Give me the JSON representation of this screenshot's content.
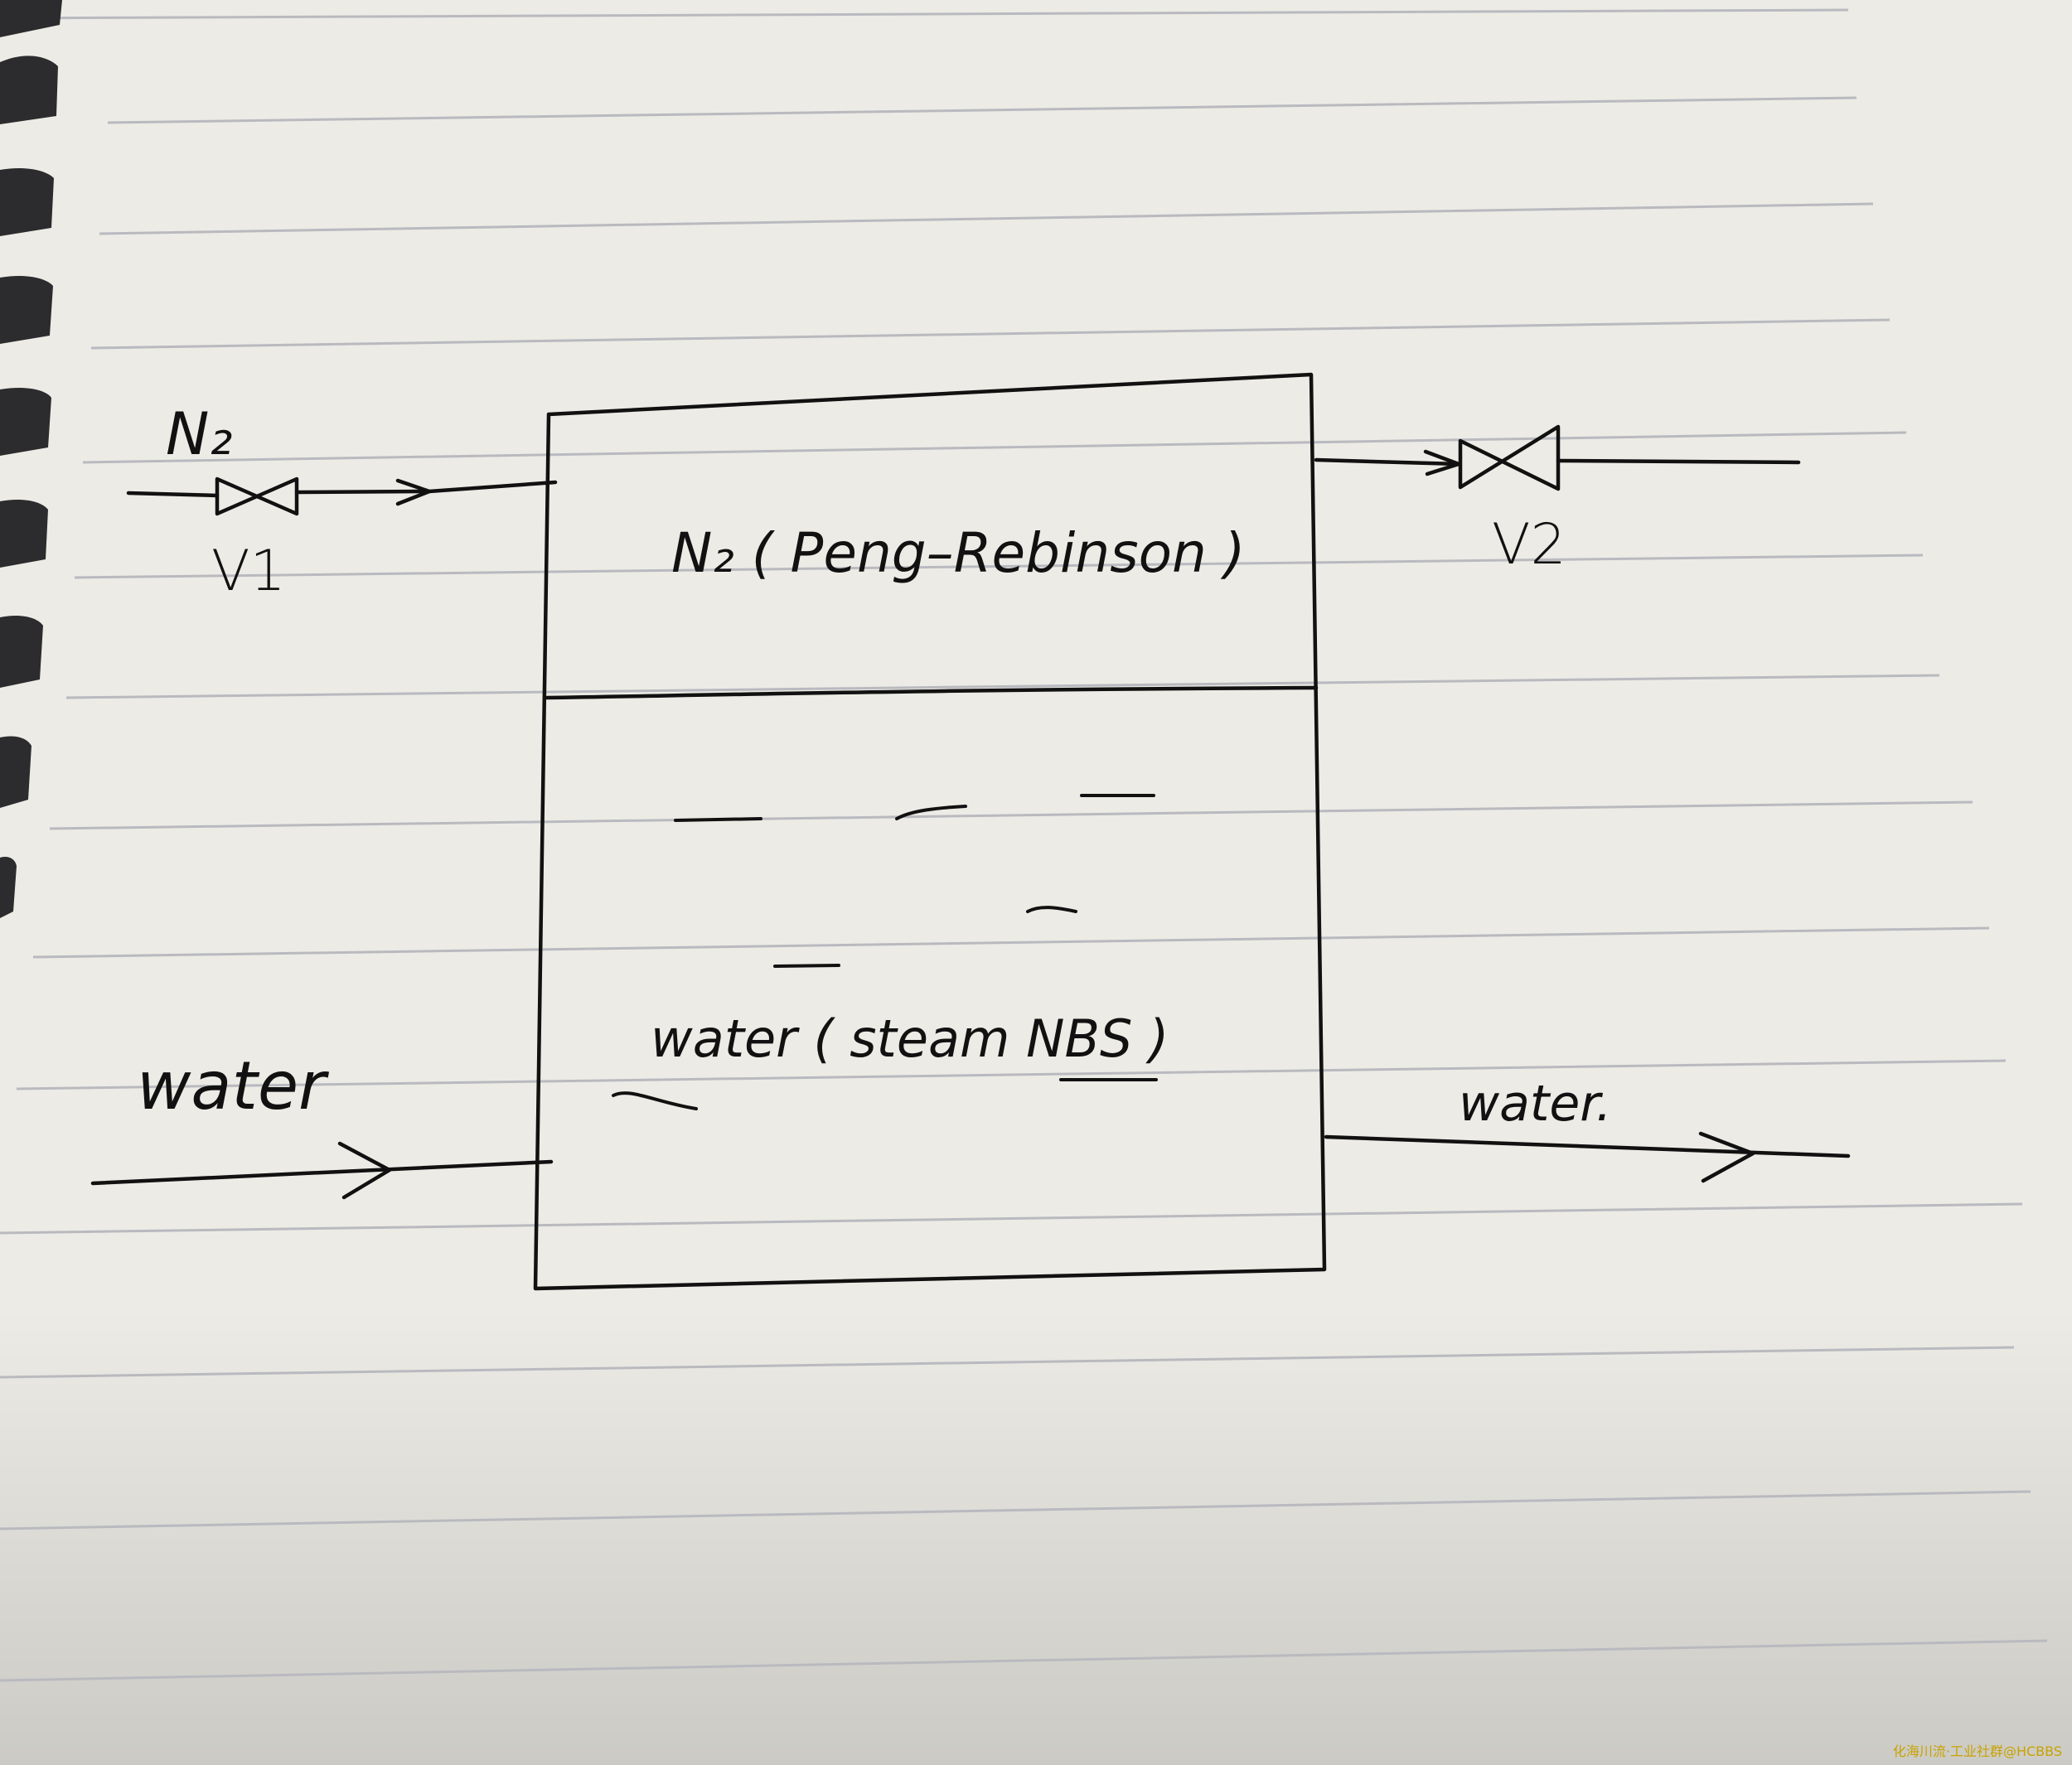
{
  "diagram": {
    "ink_color": "#111111",
    "paper_color": "#ecebe5",
    "rule_color": "#b9bac0",
    "labels": {
      "n2_feed": "N₂",
      "valve_v1": "V1",
      "valve_v2": "V2",
      "gas_phase": "N₂ ( Peng–Rebinson )",
      "liquid_phase": "water ( steam NBS )",
      "water_in": "water",
      "water_out": "water."
    }
  },
  "watermark": "化海川流·工业社群@HCBBS"
}
